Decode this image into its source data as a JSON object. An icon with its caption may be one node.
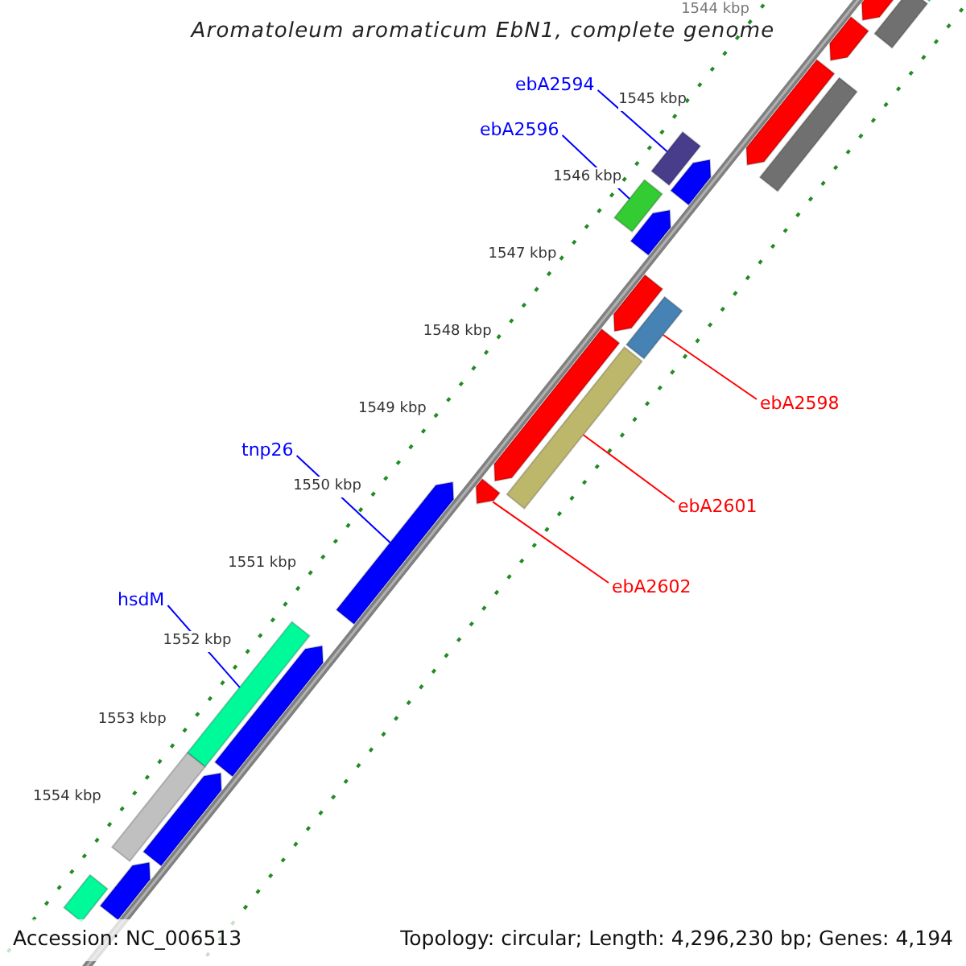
{
  "diagram": {
    "title": "Aromatoleum aromaticum EbN1, complete genome",
    "nodes": [
      {
        "text": [
          "ebA2594"
        ]
      },
      {
        "text": [],
        "shape": "bar"
      },
      {
        "text": [
          "ebA2596"
        ]
      },
      {
        "text": [],
        "shape": "bar"
      },
      {
        "text": [
          "ebA2598"
        ]
      },
      {
        "text": [],
        "shape": "bar"
      },
      {
        "text": [
          "tnp26"
        ]
      },
      {
        "text": [],
        "shape": "arrow"
      },
      {
        "text": [
          "ebA2601"
        ]
      },
      {
        "text": [],
        "shape": "bar"
      },
      {
        "text": [
          "ebA2602"
        ]
      },
      {
        "text": [],
        "shape": "arrow"
      },
      {
        "text": [
          "hsdM"
        ]
      },
      {
        "text": [],
        "shape": "bar"
      },
      {
        "text": [],
        "shape": "bar"
      },
      {
        "text": [],
        "shape": "bar"
      },
      {
        "text": [],
        "shape": "arrow"
      },
      {
        "text": [],
        "shape": "arrow"
      },
      {
        "text": [],
        "shape": "arrow"
      },
      {
        "text": [],
        "shape": "bar"
      },
      {
        "text": [],
        "shape": "arrow"
      },
      {
        "text": [],
        "shape": "arrow"
      },
      {
        "text": [],
        "shape": "arrow"
      },
      {
        "text": [],
        "shape": "arrow"
      },
      {
        "text": [],
        "shape": "arrow"
      },
      {
        "text": [],
        "shape": "arrow"
      },
      {
        "text": [],
        "shape": "arrow"
      },
      {
        "text": [],
        "shape": "bar"
      },
      {
        "text": [],
        "shape": "bar"
      }
    ],
    "edges": [
      {
        "from": 0,
        "to": 1,
        "arrow": "none"
      },
      {
        "from": 2,
        "to": 3,
        "arrow": "none"
      },
      {
        "from": 4,
        "to": 5,
        "arrow": "none",
        "color": "#ff0000"
      },
      {
        "from": 6,
        "to": 7,
        "arrow": "none"
      },
      {
        "from": 8,
        "to": 9,
        "arrow": "none",
        "color": "#ff0000"
      },
      {
        "from": 10,
        "to": 11,
        "arrow": "none",
        "color": "#ff0000"
      },
      {
        "from": 12,
        "to": 13,
        "arrow": "none"
      }
    ],
    "labels": [
      "1544 kbp",
      "1545 kbp",
      "1546 kbp",
      "1547 kbp",
      "1548 kbp",
      "1549 kbp",
      "1550 kbp",
      "1551 kbp",
      "1552 kbp",
      "1553 kbp",
      "1554 kbp",
      "Accession: NC_006513",
      "Topology: circular; Length: 4,296,230 bp; Genes: 4,194"
    ]
  }
}
